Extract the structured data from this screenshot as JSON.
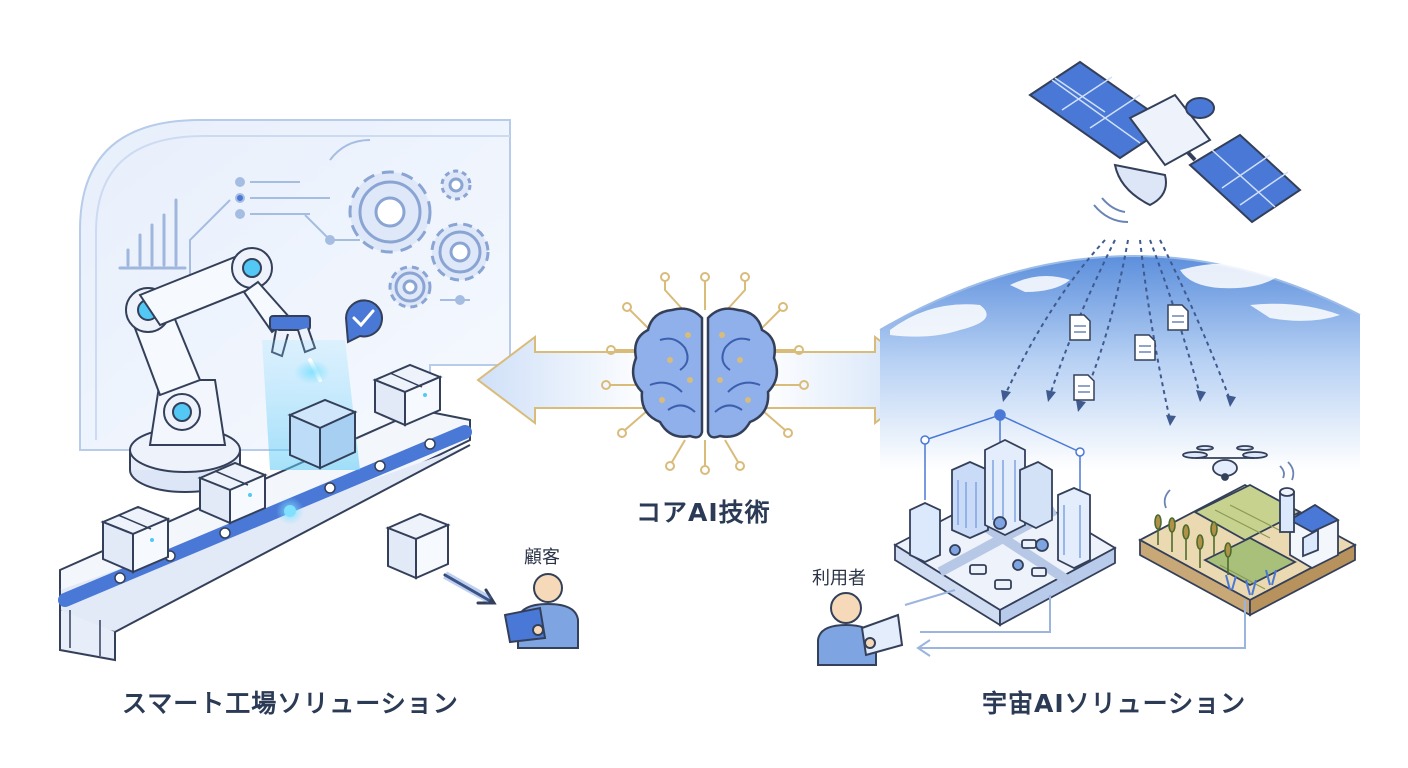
{
  "labels": {
    "core": "コアAI技術",
    "left_title": "スマート工場ソリューション",
    "right_title": "宇宙AIソリューション",
    "customer": "顧客",
    "user": "利用者"
  },
  "colors": {
    "primary": "#4a78d6",
    "light_fill": "#dce8fb",
    "stroke": "#34405a",
    "gold": "#d9bb7a",
    "glow": "#53c8f5"
  }
}
